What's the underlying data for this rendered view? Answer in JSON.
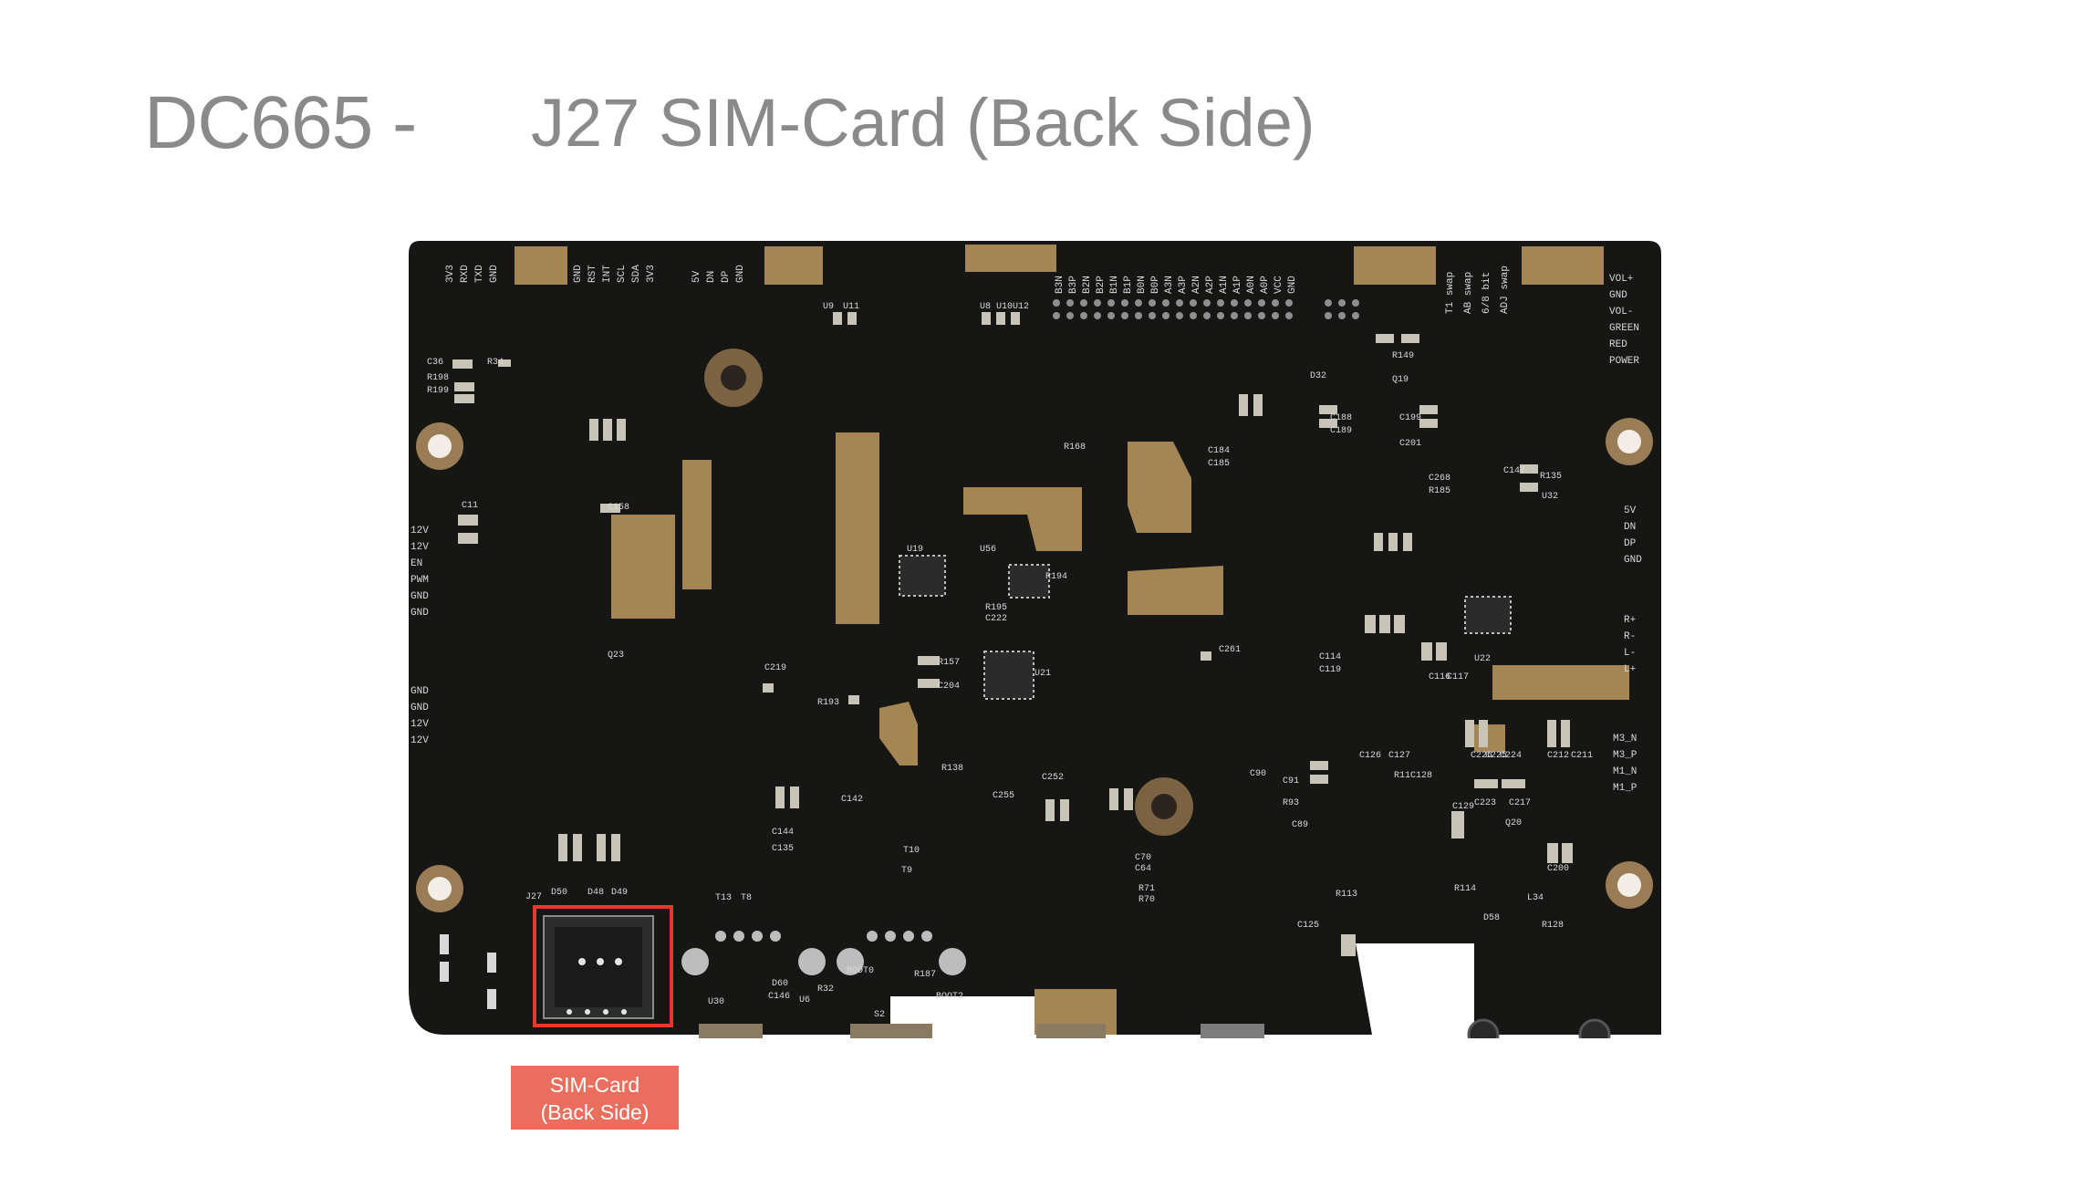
{
  "title": {
    "product": "DC665 -",
    "subtitle": "J27 SIM-Card (Back Side)"
  },
  "callout": {
    "line1": "SIM-Card",
    "line2": "(Back Side)"
  },
  "colors": {
    "pcb": "#161615",
    "gold": "#a48655",
    "highlight": "#e8372f",
    "callout_bg": "#ea6e5d",
    "title_text": "#8a8a8a",
    "silkscreen": "#d9d9d9"
  },
  "silkscreen": {
    "top_header": [
      "3V3",
      "RXD",
      "TXD",
      "GND",
      "GND",
      "RST",
      "INT",
      "SCL",
      "SDA",
      "3V3",
      "5V",
      "DN",
      "DP",
      "GND"
    ],
    "top_right_header": [
      "B3N",
      "B3P",
      "B2N",
      "B2P",
      "B1N",
      "B1P",
      "B0N",
      "B0P",
      "A3N",
      "A3P",
      "A2N",
      "A2P",
      "A1N",
      "A1P",
      "A0N",
      "A0P",
      "VCC",
      "GND"
    ],
    "top_right_flags": [
      "T1 swap",
      "AB swap",
      "6/8 bit",
      "ADJ swap"
    ],
    "right_edge_top": [
      "VOL+",
      "GND",
      "VOL-",
      "GREEN",
      "RED",
      "POWER"
    ],
    "right_edge_mid": [
      "5V",
      "DN",
      "DP",
      "GND"
    ],
    "right_edge_audio": [
      "R+",
      "R-",
      "L-",
      "L+"
    ],
    "right_edge_low": [
      "M3_N",
      "M3_P",
      "M1_N",
      "M1_P"
    ],
    "left_edge_top": [
      "12V",
      "12V",
      "EN",
      "PWM",
      "GND",
      "GND"
    ],
    "left_edge_bottom": [
      "GND",
      "GND",
      "12V",
      "12V"
    ],
    "refs": [
      "J27",
      "C36",
      "R34",
      "R198",
      "R199",
      "C158",
      "C11",
      "U9",
      "U11",
      "U8",
      "U10",
      "U12",
      "R168",
      "U19",
      "U56",
      "R194",
      "R195",
      "C222",
      "R157",
      "C204",
      "U21",
      "C219",
      "R193",
      "R138",
      "C252",
      "C255",
      "C142",
      "C144",
      "C135",
      "T10",
      "T9",
      "T13",
      "T8",
      "D50",
      "D48",
      "D49",
      "D60",
      "C146",
      "U30",
      "U6",
      "R32",
      "BOOT0",
      "BOOT2",
      "S2",
      "R187",
      "C261",
      "C114",
      "C119",
      "C126",
      "C127",
      "C90",
      "C91",
      "R93",
      "C89",
      "C70",
      "C64",
      "R71",
      "R70",
      "C125",
      "R113",
      "R114",
      "C129",
      "C223",
      "C217",
      "R128",
      "C200",
      "C212",
      "C211",
      "D58",
      "L34",
      "Q20",
      "C188",
      "C189",
      "C199",
      "C201",
      "R135",
      "U32",
      "C147",
      "R149",
      "Q19",
      "C184",
      "C185",
      "C268",
      "R185",
      "Q23",
      "R11",
      "C128",
      "C226",
      "C225",
      "C224",
      "C116",
      "C117",
      "U22",
      "D32"
    ]
  }
}
